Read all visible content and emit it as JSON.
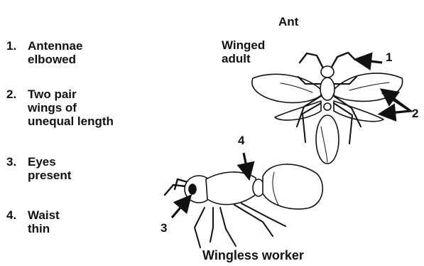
{
  "title": "Ant",
  "winged_label": [
    "Winged",
    "adult"
  ],
  "worker_label": "Wingless worker",
  "features": [
    {
      "num": "1.",
      "lines": [
        "Antennae",
        "elbowed"
      ]
    },
    {
      "num": "2.",
      "lines": [
        "Two pair",
        "wings of",
        "unequal length"
      ]
    },
    {
      "num": "3.",
      "lines": [
        "Eyes",
        "present"
      ]
    },
    {
      "num": "4.",
      "lines": [
        "Waist",
        "thin"
      ]
    }
  ],
  "callouts": {
    "c1": "1",
    "c2": "2",
    "c3": "3",
    "c4": "4"
  }
}
